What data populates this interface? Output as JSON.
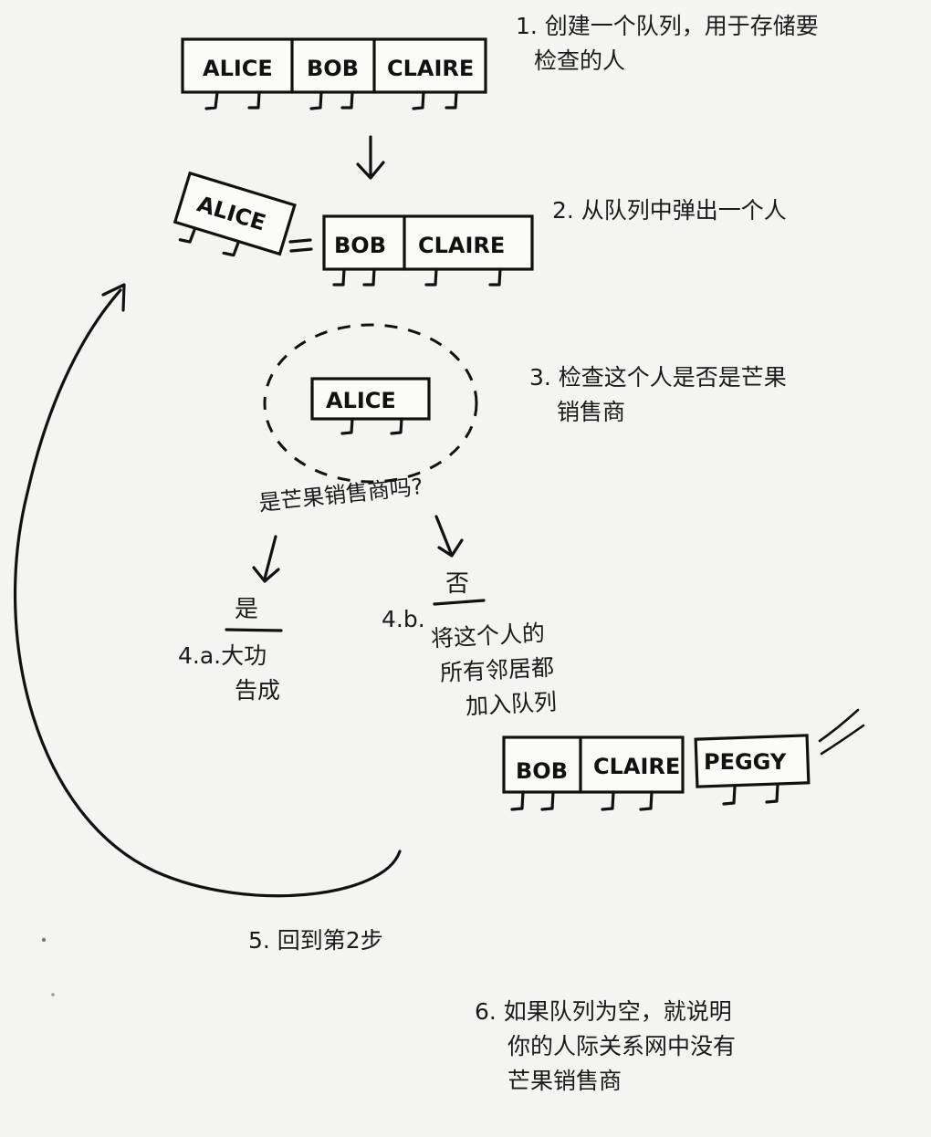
{
  "steps": {
    "s1": [
      "1. 创建一个队列，用于存储要",
      "检查的人"
    ],
    "s2": "2. 从队列中弹出一个人",
    "s3": [
      "3. 检查这个人是否是芒果",
      "销售商"
    ],
    "question": "是芒果销售商吗?",
    "yes": "是",
    "no": "否",
    "s4a_prefix": "4.a.",
    "s4a": [
      "大功",
      "告成"
    ],
    "s4b_prefix": "4.b.",
    "s4b": [
      "将这个人的",
      "所有邻居都",
      "加入队列"
    ],
    "s5": "5. 回到第2步",
    "s6": [
      "6. 如果队列为空，就说明",
      "你的人际关系网中没有",
      "芒果销售商"
    ]
  },
  "queues": {
    "q1": [
      "ALICE",
      "BOB",
      "CLAIRE"
    ],
    "popped": "ALICE",
    "q2": [
      "BOB",
      "CLAIRE"
    ],
    "checked": "ALICE",
    "q3": [
      "BOB",
      "CLAIRE"
    ],
    "added": "PEGGY"
  }
}
